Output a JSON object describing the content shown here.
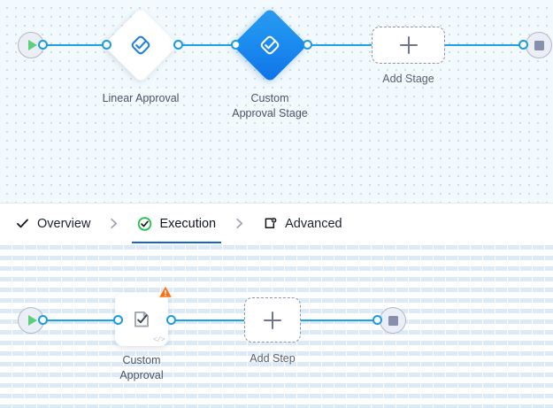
{
  "stage_canvas": {
    "name": "stage-flow-canvas",
    "background_color": "#f2fafd",
    "edge_color": "#21a0e4",
    "start_node": {
      "icon": "play-icon",
      "label": ""
    },
    "end_node": {
      "icon": "stop-icon",
      "label": ""
    },
    "nodes": [
      {
        "id": "linear-approval",
        "label": "Linear Approval",
        "icon": "approval-check-diamond-icon",
        "state": "default",
        "fill": "#ffffff"
      },
      {
        "id": "custom-approval-stage",
        "label": "Custom\nApproval Stage",
        "icon": "approval-check-diamond-icon",
        "state": "selected",
        "fill": "#1d8ff0"
      }
    ],
    "add_placeholder": {
      "label": "Add Stage",
      "icon": "plus-icon"
    }
  },
  "tabs": {
    "name": "workflow-tabs",
    "separator_glyph": "›",
    "items": [
      {
        "id": "overview",
        "label": "Overview",
        "icon": "check-icon",
        "active": false
      },
      {
        "id": "execution",
        "label": "Execution",
        "icon": "check-circle-icon",
        "active": true
      },
      {
        "id": "advanced",
        "label": "Advanced",
        "icon": "window-gear-icon",
        "active": false
      }
    ],
    "active_underline_color": "#1668c5"
  },
  "step_canvas": {
    "name": "step-flow-canvas",
    "background_color": "#ffffff",
    "edge_color": "#21a0e4",
    "start_node": {
      "icon": "play-icon",
      "label": ""
    },
    "end_node": {
      "icon": "stop-icon",
      "label": ""
    },
    "nodes": [
      {
        "id": "custom-approval",
        "label": "Custom\nApproval",
        "icon": "document-check-icon",
        "warning": true,
        "warning_icon": "warning-triangle-icon",
        "code_badge": "</>"
      }
    ],
    "add_placeholder": {
      "label": "Add Step",
      "icon": "plus-icon"
    }
  }
}
